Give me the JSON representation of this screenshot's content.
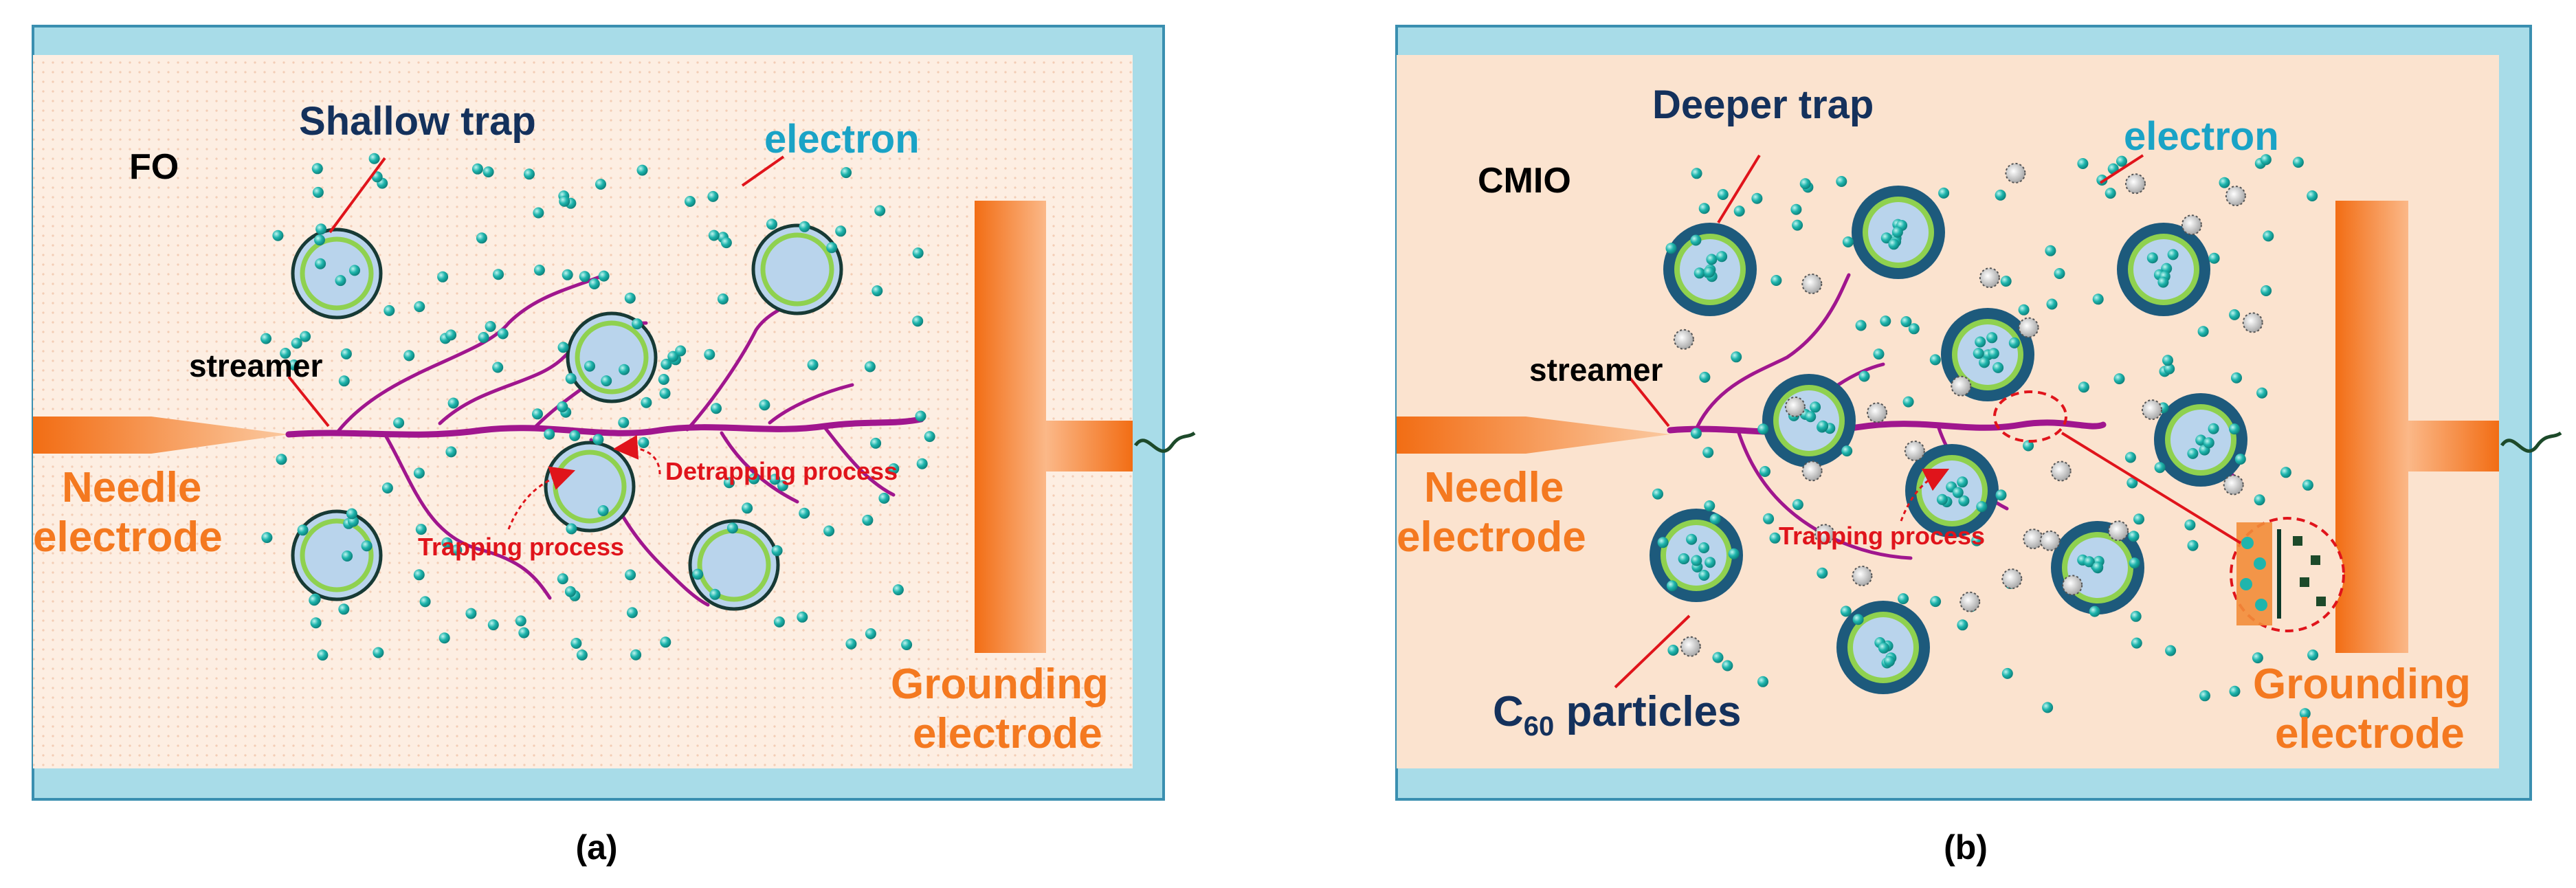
{
  "panel_a": {
    "fluid_label": "FO",
    "trap_label": "Shallow trap",
    "electron_label": "electron",
    "streamer_label": "streamer",
    "needle_label_line1": "Needle",
    "needle_label_line2": "electrode",
    "ground_label_line1": "Grounding",
    "ground_label_line2": "electrode",
    "detrapping_label": "Detrapping process",
    "trapping_label": "Trapping process",
    "caption": "(a)"
  },
  "panel_b": {
    "fluid_label": "CMIO",
    "trap_label": "Deeper trap",
    "electron_label": "electron",
    "streamer_label": "streamer",
    "needle_label_line1": "Needle",
    "needle_label_line2": "electrode",
    "ground_label_line1": "Grounding",
    "ground_label_line2": "electrode",
    "trapping_label": "Trapping process",
    "c60_prefix": "C",
    "c60_subscript": "60",
    "c60_suffix": " particles",
    "caption": "(b)"
  },
  "colors": {
    "frame": "#a8dce8",
    "frame_edge": "#3a8fb0",
    "oil_a": "#fdeee2",
    "oil_b": "#fbe3cf",
    "electrode": "#f57a1e",
    "streamer": "#a0168e",
    "electron": "#1fb5ad",
    "trap_outer_a": "#a7c3e2",
    "trap_ring_green": "#8fd14f",
    "trap_outer_b": "#1d5a7c",
    "navy_text": "#14315c",
    "cyan_text": "#1aa3c6",
    "orange_text": "#f47920",
    "red": "#e0141b"
  }
}
